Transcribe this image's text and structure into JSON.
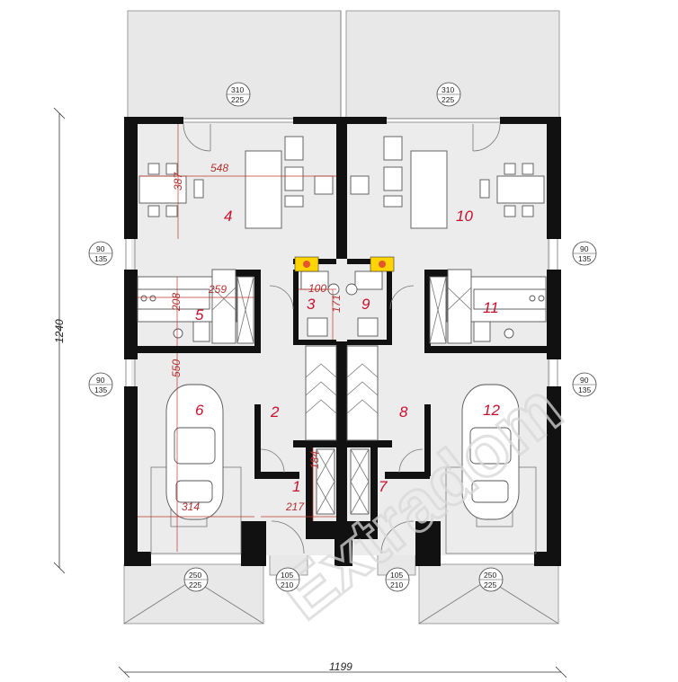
{
  "rooms_left": [
    {
      "no": "1"
    },
    {
      "no": "2"
    },
    {
      "no": "3"
    },
    {
      "no": "4"
    },
    {
      "no": "5"
    },
    {
      "no": "6"
    }
  ],
  "rooms_right": [
    {
      "no": "7"
    },
    {
      "no": "8"
    },
    {
      "no": "9"
    },
    {
      "no": "10"
    },
    {
      "no": "11"
    },
    {
      "no": "12"
    }
  ],
  "room_dims": {
    "d548": "548",
    "d387": "387",
    "d259": "259",
    "d208": "208",
    "d100": "100",
    "d171": "171",
    "d550": "550",
    "d314": "314",
    "d184": "184",
    "d217": "217"
  },
  "overall": {
    "width": "1199",
    "height": "1240"
  },
  "tags": {
    "window_top_left": {
      "top": "310",
      "bottom": "225"
    },
    "window_top_right": {
      "top": "310",
      "bottom": "225"
    },
    "window_side_l1": {
      "top": "90",
      "bottom": "135"
    },
    "window_side_l2": {
      "top": "90",
      "bottom": "135"
    },
    "window_side_r1": {
      "top": "90",
      "bottom": "135"
    },
    "window_side_r2": {
      "top": "90",
      "bottom": "135"
    },
    "door_bottom_left": {
      "top": "105",
      "bottom": "210"
    },
    "door_bottom_right": {
      "top": "105",
      "bottom": "210"
    },
    "garage_left": {
      "top": "250",
      "bottom": "225"
    },
    "garage_right": {
      "top": "250",
      "bottom": "225"
    }
  },
  "watermark": "Extradom"
}
